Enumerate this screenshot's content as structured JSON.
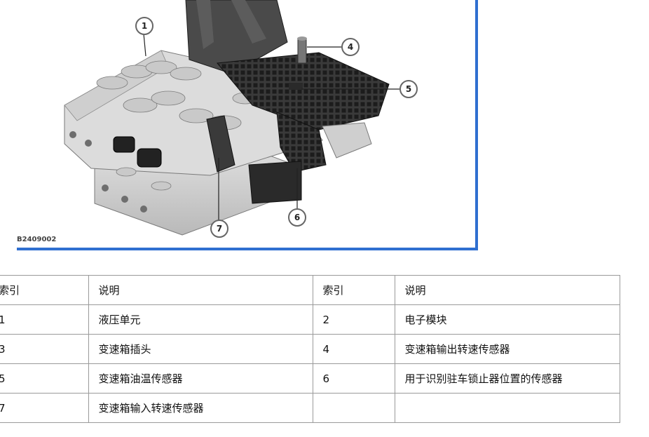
{
  "figure": {
    "id_label": "B2409002",
    "callouts": [
      "1",
      "4",
      "5",
      "6",
      "7"
    ]
  },
  "table": {
    "headers": [
      "索引",
      "说明",
      "索引",
      "说明"
    ],
    "rows": [
      [
        "1",
        "液压单元",
        "2",
        "电子模块"
      ],
      [
        "3",
        "变速箱插头",
        "4",
        "变速箱输出转速传感器"
      ],
      [
        "5",
        "变速箱油温传感器",
        "6",
        "用于识别驻车锁止器位置的传感器"
      ],
      [
        "7",
        "变速箱输入转速传感器",
        "",
        ""
      ]
    ]
  },
  "colors": {
    "figure_border": "#2f6fd0",
    "table_border": "#9a9a9a"
  }
}
